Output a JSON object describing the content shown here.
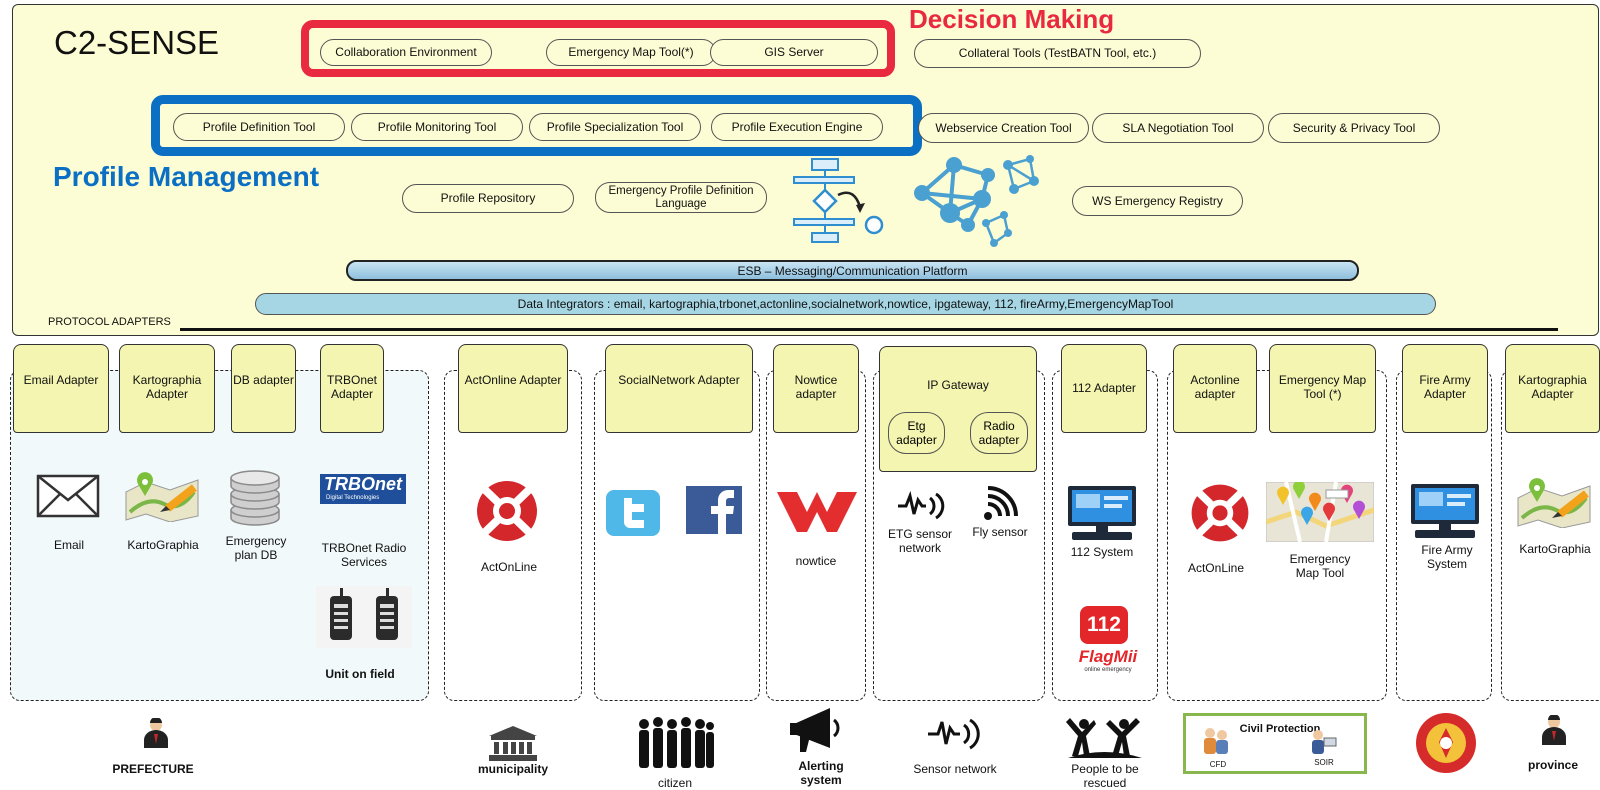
{
  "title": "C2-SENSE",
  "decision_making": "Decision Making",
  "profile_management": "Profile Management",
  "protocol_adapters": "PROTOCOL ADAPTERS",
  "decision_tools": [
    "Collaboration Environment",
    "Emergency Map Tool(*)",
    "GIS Server"
  ],
  "collateral_tools": "Collateral Tools (TestBATN Tool, etc.)",
  "profile_tools": [
    "Profile Definition Tool",
    "Profile Monitoring Tool",
    "Profile Specialization Tool",
    "Profile Execution Engine"
  ],
  "other_tools": [
    "Webservice Creation Tool",
    "SLA Negotiation Tool",
    "Security & Privacy Tool"
  ],
  "profile_repository": "Profile Repository",
  "emergency_profile_language": "Emergency Profile Definition Language",
  "ws_registry": "WS Emergency Registry",
  "esb": "ESB – Messaging/Communication Platform",
  "data_integrators": "Data Integrators : email, kartographia,trbonet,actonline,socialnetwork,nowtice, ipgateway, 112, fireArmy,EmergencyMapTool",
  "adapters": {
    "email": "Email Adapter",
    "kartographia": "Kartographia Adapter",
    "db": "DB adapter",
    "trbonet": "TRBOnet Adapter",
    "actonline": "ActOnline Adapter",
    "socialnetwork": "SocialNetwork Adapter",
    "nowtice": "Nowtice adapter",
    "ipgateway": "IP Gateway",
    "etg": "Etg adapter",
    "radio": "Radio adapter",
    "a112": "112 Adapter",
    "actonline2": "Actonline adapter",
    "emergencymap": "Emergency Map Tool (*)",
    "firearmy": "Fire Army Adapter",
    "kartographia2": "Kartographia Adapter"
  },
  "sources": {
    "email": "Email",
    "kartographia": "KartoGraphia",
    "emergency_db": "Emergency plan DB",
    "trbonet_logo": "TRBOnet",
    "trbonet_sub": "Digital Technologies",
    "trbonet": "TRBOnet Radio Services",
    "unit_on_field": "Unit on field",
    "actonline": "ActOnLine",
    "nowtice": "nowtice",
    "etg_sensor": "ETG sensor network",
    "fly_sensor": "Fly sensor",
    "system112": "112 System",
    "badge112": "112",
    "flagmii": "FlagMii",
    "flagmii_sub": "online emergency",
    "actonline2": "ActOnLine",
    "emergency_map": "Emergency Map Tool",
    "firearmy": "Fire Army System",
    "kartographia2": "KartoGraphia"
  },
  "bottom": {
    "prefecture": "PREFECTURE",
    "municipality": "municipality",
    "citizen": "citizen",
    "alerting": "Alerting system",
    "sensor": "Sensor network",
    "people": "People to be rescued",
    "civil_protection": "Civil Protection",
    "cfd": "CFD",
    "soir": "SOIR",
    "province": "province"
  },
  "colors": {
    "panel_bg": "#fdfdd5",
    "decision_red": "#e8293f",
    "profile_blue": "#0b6fc4",
    "adapter_tab": "#f3f5b0",
    "esb_bar": "#9fc8e0",
    "data_bar": "#a6d6e4",
    "network_blue": "#4aa0d0"
  }
}
